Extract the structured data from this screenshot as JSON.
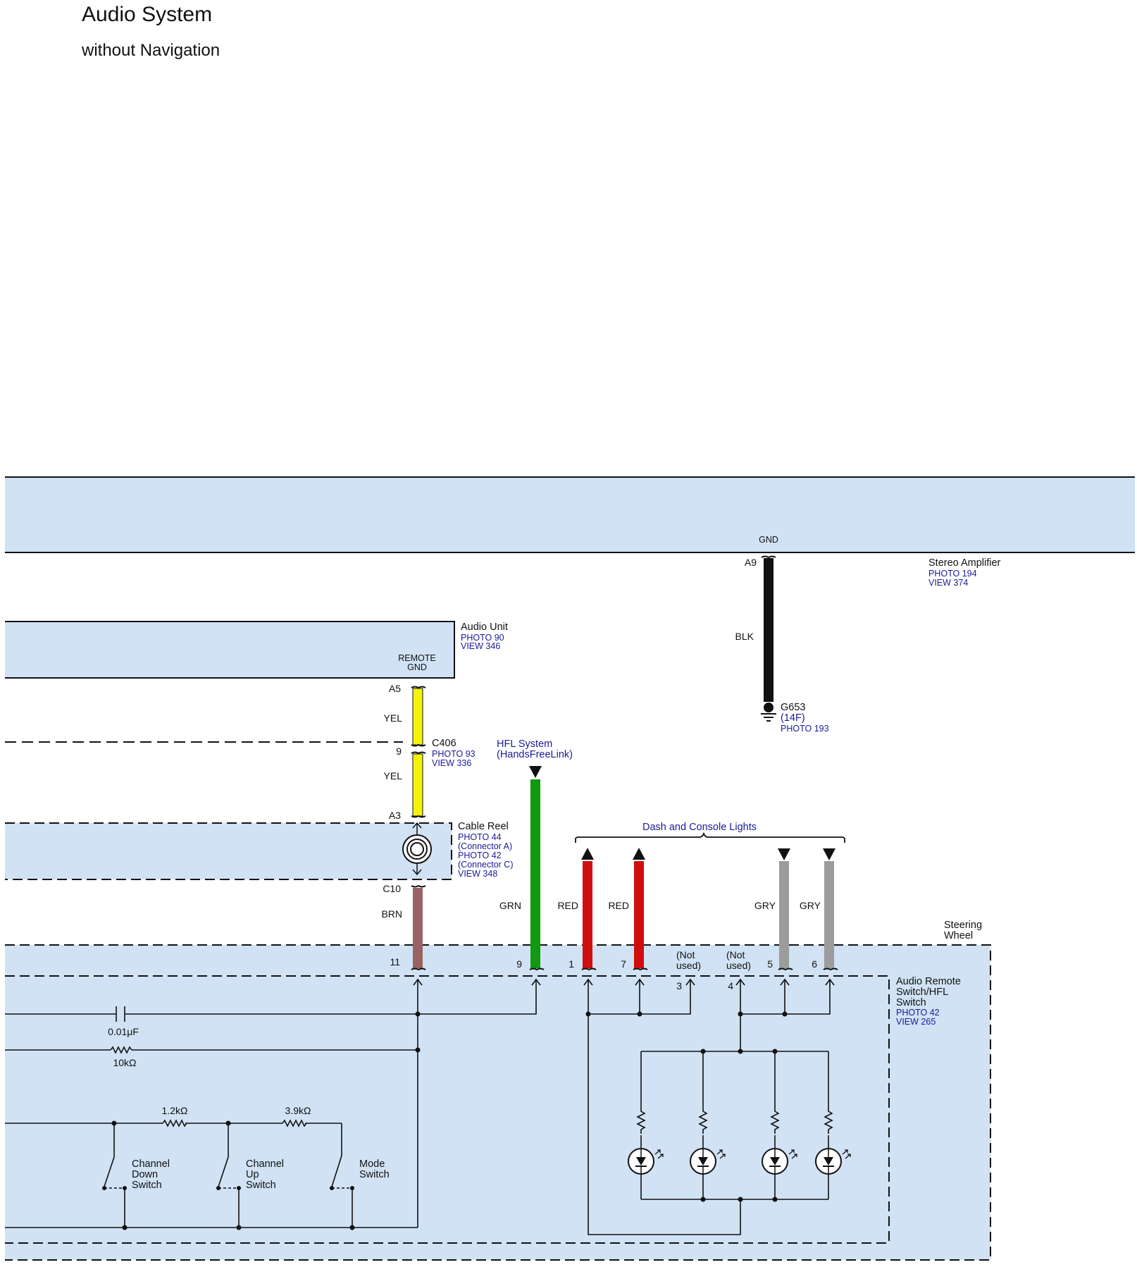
{
  "page": {
    "title": "Audio System",
    "subtitle": "without Navigation"
  },
  "colors": {
    "panel_fill": "#d0e2f4",
    "wire_yellow": "#f5f20a",
    "wire_black": "#111111",
    "wire_green": "#0f9a0f",
    "wire_red": "#d00e0e",
    "wire_gray": "#9c9c9c",
    "wire_brown": "#9a6262",
    "link_blue": "#1a1a9c"
  },
  "components": {
    "stereo_amp": {
      "name": "Stereo Amplifier",
      "photo": "PHOTO 194",
      "view": "VIEW 374",
      "pin_label": "GND",
      "pin": "A9"
    },
    "audio_unit": {
      "name": "Audio Unit",
      "photo": "PHOTO 90",
      "view": "VIEW 346",
      "pin_label_1": "REMOTE",
      "pin_label_2": "GND",
      "pin": "A5"
    },
    "c406": {
      "name": "C406",
      "photo": "PHOTO 93",
      "view": "VIEW 336",
      "pin": "9"
    },
    "g653": {
      "name": "G653",
      "size": "(14F)",
      "photo": "PHOTO 193"
    },
    "hfl": {
      "line1": "HFL System",
      "line2": "(HandsFreeLink)"
    },
    "cable_reel": {
      "name": "Cable Reel",
      "photo_a": "PHOTO 44",
      "conn_a": "(Connector A)",
      "photo_c": "PHOTO 42",
      "conn_c": "(Connector C)",
      "view": "VIEW 348",
      "pin_top": "A3",
      "pin_bottom": "C10"
    },
    "dash_lights": {
      "label": "Dash and Console Lights"
    },
    "steering_wheel": {
      "line1": "Steering",
      "line2": "Wheel"
    },
    "remote_switch": {
      "line1": "Audio Remote",
      "line2": "Switch/HFL",
      "line3": "Switch",
      "photo": "PHOTO 42",
      "view": "VIEW 265"
    }
  },
  "wires": {
    "yel": "YEL",
    "blk": "BLK",
    "grn": "GRN",
    "red": "RED",
    "gry": "GRY",
    "brn": "BRN"
  },
  "pins": {
    "p11": "11",
    "p9": "9",
    "p1": "1",
    "p7": "7",
    "p5": "5",
    "p6": "6",
    "p3": "3",
    "p4": "4",
    "not_used_1": "(Not",
    "not_used_2": "used)"
  },
  "parts": {
    "capacitor": "0.01μF",
    "resistor_10k": "10kΩ",
    "resistor_1_2k": "1.2kΩ",
    "resistor_3_9k": "3.9kΩ",
    "switch_down": {
      "line1": "Channel",
      "line2": "Down",
      "line3": "Switch"
    },
    "switch_up": {
      "line1": "Channel",
      "line2": "Up",
      "line3": "Switch"
    },
    "switch_mode": {
      "line1": "Mode",
      "line2": "Switch"
    }
  }
}
